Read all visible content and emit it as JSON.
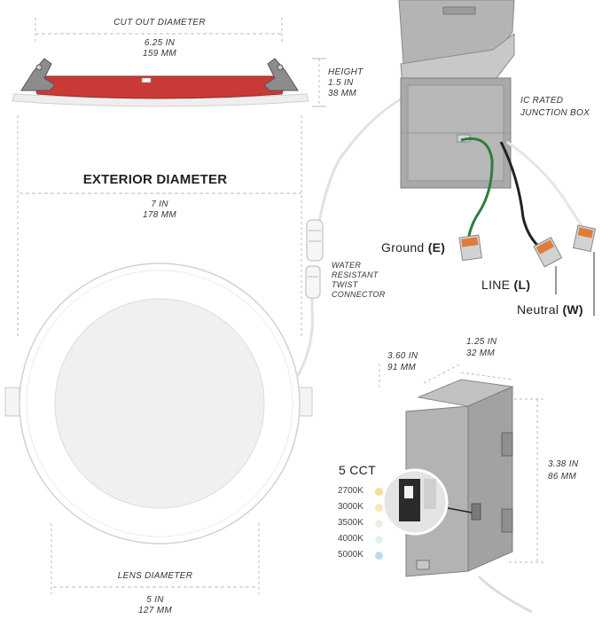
{
  "dimensions": {
    "cut_out": {
      "label": "CUT OUT DIAMETER",
      "inches": "6.25 IN",
      "mm": "159 MM"
    },
    "height": {
      "label": "HEIGHT",
      "inches": "1.5 IN",
      "mm": "38 MM"
    },
    "exterior": {
      "label": "EXTERIOR DIAMETER",
      "inches": "7 IN",
      "mm": "178 MM"
    },
    "lens": {
      "label": "LENS DIAMETER",
      "inches": "5 IN",
      "mm": "127 MM"
    },
    "box_width": {
      "inches": "3.60 IN",
      "mm": "91 MM"
    },
    "box_depth": {
      "inches": "1.25 IN",
      "mm": "32 MM"
    },
    "box_height": {
      "inches": "3.38 IN",
      "mm": "86 MM"
    }
  },
  "junction_box": {
    "line1": "IC RATED",
    "line2": "JUNCTION BOX"
  },
  "connector": {
    "line1": "WATER",
    "line2": "RESISTANT",
    "line3": "TWIST",
    "line4": "CONNECTOR"
  },
  "wires": [
    {
      "name": "Ground",
      "code": "(E)"
    },
    {
      "name": "LINE",
      "code": "(L)"
    },
    {
      "name": "Neutral",
      "code": "(W)"
    }
  ],
  "cct": {
    "title": "5 CCT",
    "options": [
      {
        "label": "2700K",
        "color": "#f6dc9a"
      },
      {
        "label": "3000K",
        "color": "#f9e8b8"
      },
      {
        "label": "3500K",
        "color": "#f1efe3"
      },
      {
        "label": "4000K",
        "color": "#e3f0f6"
      },
      {
        "label": "5000K",
        "color": "#b9dcf1"
      }
    ]
  },
  "colors": {
    "trim_red": "#c93a36",
    "ground_wire": "#2e7d3c",
    "line_wire": "#222222",
    "wago_orange": "#e07b39"
  }
}
